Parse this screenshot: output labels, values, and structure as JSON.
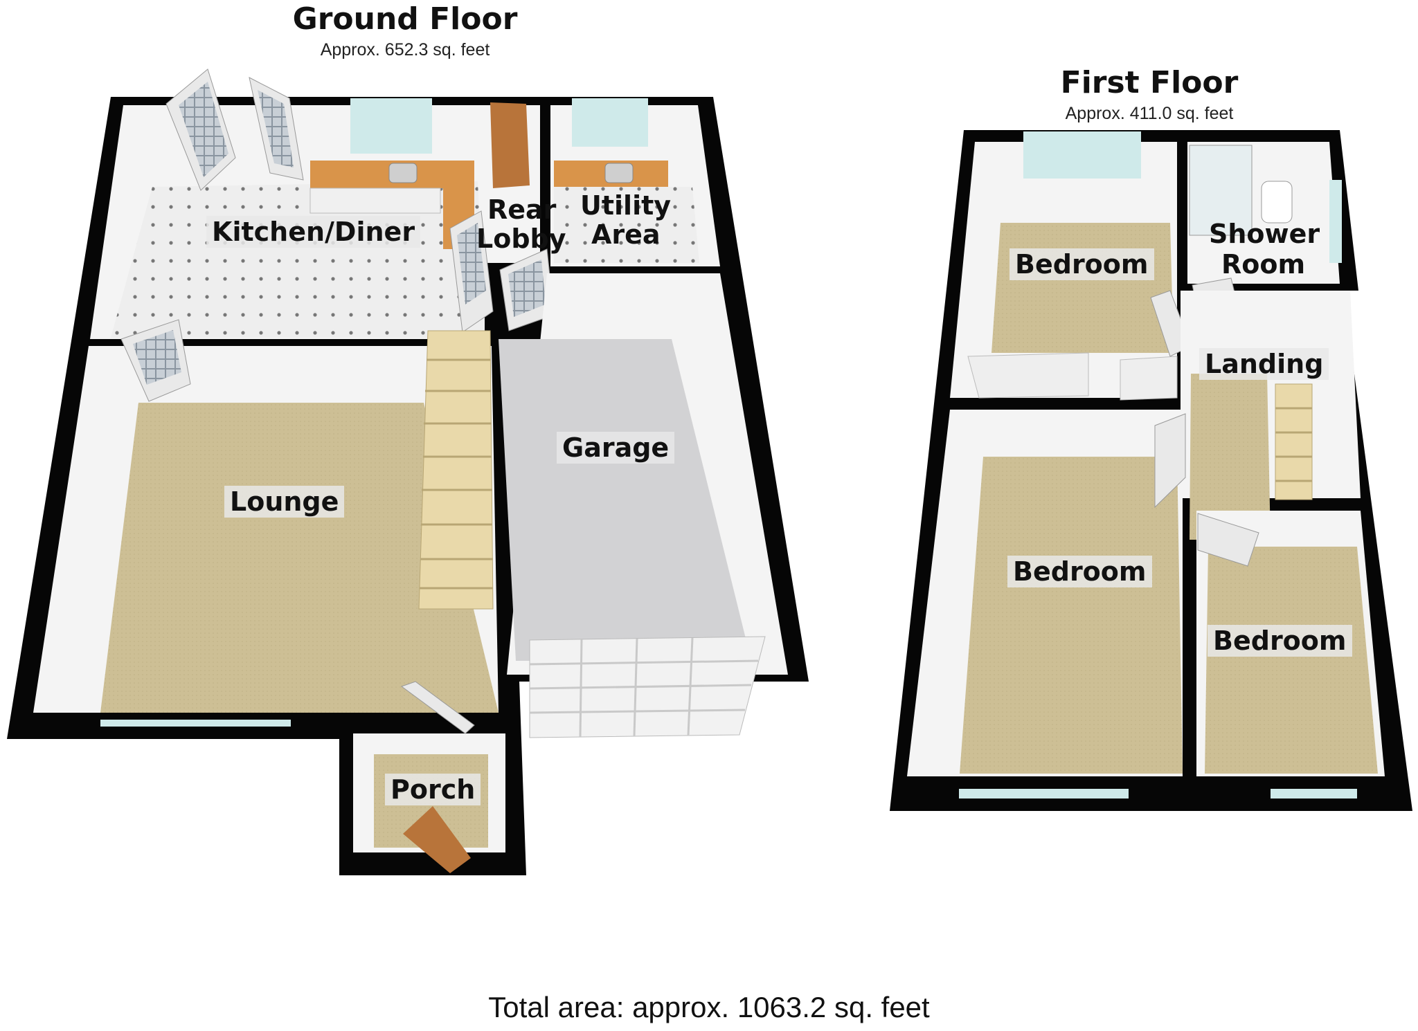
{
  "ground_floor": {
    "title": "Ground Floor",
    "area": "Approx. 652.3 sq. feet",
    "rooms": {
      "kitchen": "Kitchen/Diner",
      "rear_lobby_1": "Rear",
      "rear_lobby_2": "Lobby",
      "utility_1": "Utility",
      "utility_2": "Area",
      "lounge": "Lounge",
      "garage": "Garage",
      "porch": "Porch"
    }
  },
  "first_floor": {
    "title": "First Floor",
    "area": "Approx. 411.0 sq. feet",
    "rooms": {
      "bedroom_rear": "Bedroom",
      "shower_1": "Shower",
      "shower_2": "Room",
      "landing": "Landing",
      "bedroom_front_left": "Bedroom",
      "bedroom_front_right": "Bedroom"
    }
  },
  "total_area": "Total area: approx. 1063.2 sq. feet",
  "colors": {
    "wall": "#050505",
    "wall_face": "#f4f4f4",
    "carpet": "#cfc39a",
    "tile": "#eeeeee",
    "garage_floor": "#d2d2d4",
    "worktop": "#d9944a",
    "window": "#cfeaea",
    "door": "#e9e9e9",
    "wood_door": "#b8743a",
    "stairs": "#e9d9aa"
  }
}
